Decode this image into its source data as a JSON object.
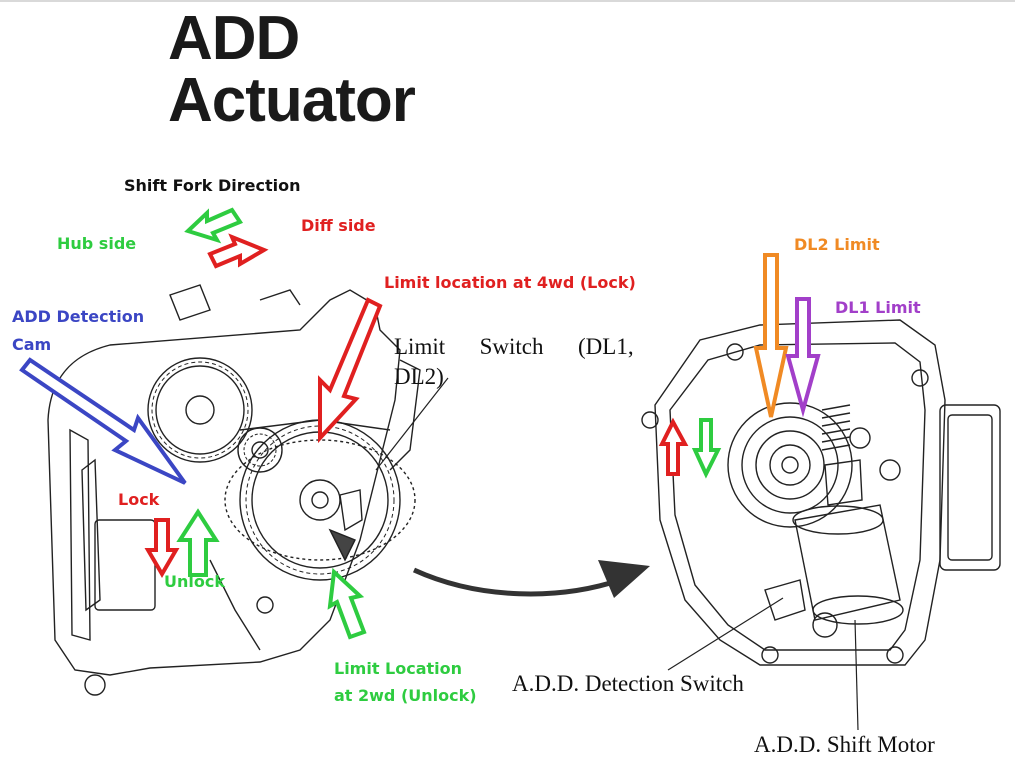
{
  "title": {
    "line1": "ADD",
    "line2": "Actuator"
  },
  "labels": {
    "shift_fork_direction": "Shift Fork Direction",
    "hub_side": "Hub side",
    "diff_side": "Diff side",
    "limit_4wd": "Limit location at 4wd  (Lock)",
    "add_detection_cam_1": "ADD Detection",
    "add_detection_cam_2": "Cam",
    "lock": "Lock",
    "unlock": "Unlock",
    "limit_2wd_1": "Limit Location",
    "limit_2wd_2": "at 2wd (Unlock)",
    "dl2_limit": "DL2 Limit",
    "dl1_limit": "DL1 Limit"
  },
  "callouts": {
    "limit_switch_1": "Limit      Switch      (DL1,",
    "limit_switch_2": "DL2)",
    "detection_switch": "A.D.D. Detection Switch",
    "shift_motor": "A.D.D. Shift Motor"
  },
  "colors": {
    "black_text": "#111111",
    "green": "#2ecc40",
    "red": "#e02020",
    "blue": "#3b46c4",
    "orange": "#f08a24",
    "purple": "#a23fc9"
  }
}
